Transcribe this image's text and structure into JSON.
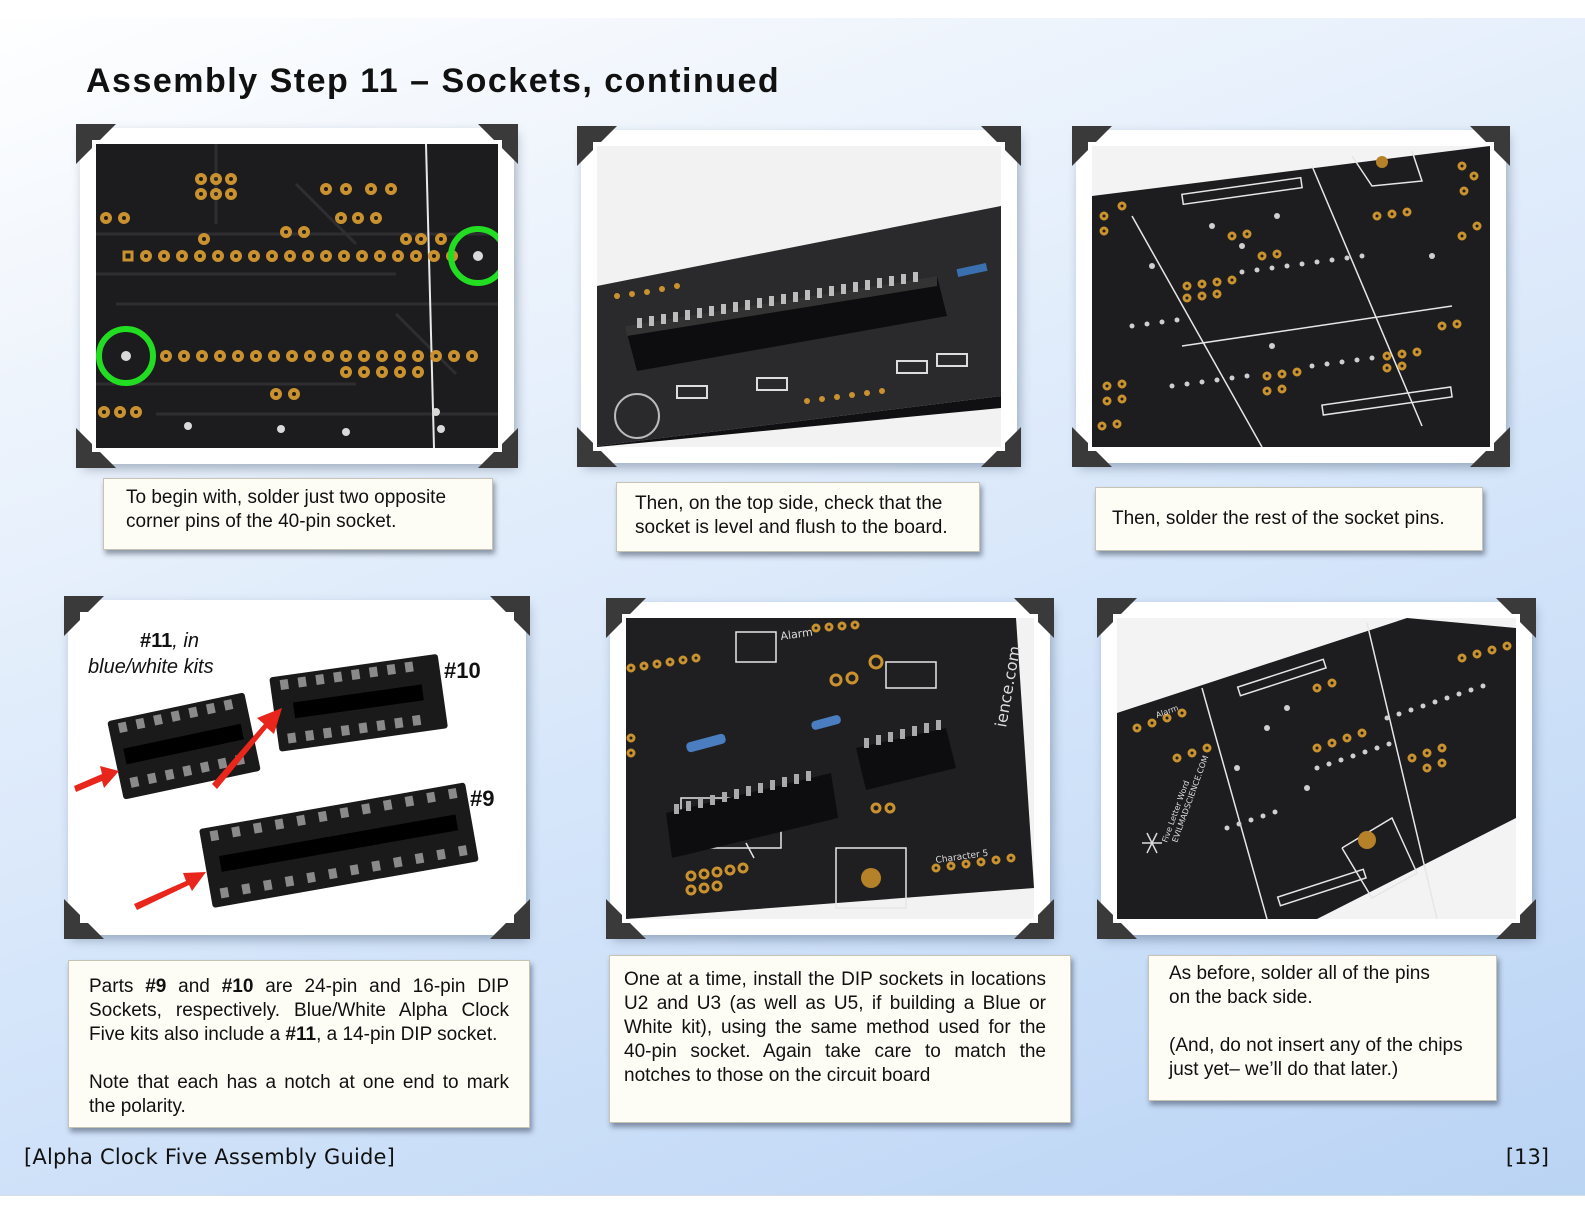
{
  "title": "Assembly Step 11 – Sockets, continued",
  "photos": [
    {
      "name": "photo-back-two-pins",
      "description_icon": "pcb-back-photo-icon"
    },
    {
      "name": "photo-top-socket-level",
      "description_icon": "pcb-top-photo-icon"
    },
    {
      "name": "photo-back-all-pins",
      "description_icon": "pcb-back-photo-icon"
    },
    {
      "name": "photo-dip-sockets",
      "description_icon": "dip-socket-photo-icon",
      "labels": {
        "part11_bold": "#11",
        "part11_rest": ", in",
        "part11_kits": "blue/white kits",
        "part10": "#10",
        "part9": "#9"
      }
    },
    {
      "name": "photo-install-sockets",
      "description_icon": "pcb-top-photo-icon"
    },
    {
      "name": "photo-back-side-solder",
      "description_icon": "pcb-back-photo-icon"
    }
  ],
  "captions": {
    "c1": "To begin with, solder just two opposite corner pins of the 40-pin socket.",
    "c2": "Then, on the top side, check that the socket is level and flush to the board.",
    "c3": "Then, solder the rest of the socket pins.",
    "c4_line1_a": "Parts ",
    "c4_part9": "#9",
    "c4_line1_b": " and ",
    "c4_part10": "#10",
    "c4_line1_c": " are 24-pin and 16-pin DIP Sockets, respectively.   Blue/White Alpha Clock Five kits also include a ",
    "c4_part11": "#11",
    "c4_line1_d": ", a 14-pin DIP socket.",
    "c4_note": "Note that each has a notch at one end to mark the polarity.",
    "c5": "One at a time, install the DIP sockets in locations U2 and U3 (as well as U5, if building a Blue or White kit), using the same method used for the 40-pin socket.  Again take care to match the notches to those on the circuit board",
    "c6_a": "As before, solder all of the pins on the back side.",
    "c6_b": "(And, do not insert any of the chips just yet– we’ll do that later.)"
  },
  "footer": {
    "guide": "[Alpha Clock Five Assembly Guide]",
    "page": "[13]"
  },
  "colors": {
    "accent_highlight": "#22dd22",
    "pcb": "#1b1b1d",
    "copper": "#c9922e",
    "arrow": "#e8261c"
  }
}
